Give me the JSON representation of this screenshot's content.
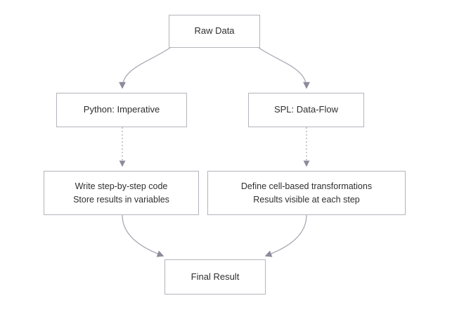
{
  "diagram": {
    "title": "Imperative vs Data-Flow comparison flowchart",
    "nodes": {
      "raw_data": {
        "label": "Raw Data"
      },
      "python": {
        "label": "Python: Imperative"
      },
      "spl": {
        "label": "SPL: Data-Flow"
      },
      "python_detail": {
        "line1": "Write step-by-step code",
        "line2": "Store results in variables"
      },
      "spl_detail": {
        "line1": "Define cell-based transformations",
        "line2": "Results visible at each step"
      },
      "final": {
        "label": "Final Result"
      }
    },
    "edges": [
      {
        "from": "raw_data",
        "to": "python",
        "style": "solid"
      },
      {
        "from": "raw_data",
        "to": "spl",
        "style": "solid"
      },
      {
        "from": "python",
        "to": "python_detail",
        "style": "dotted"
      },
      {
        "from": "spl",
        "to": "spl_detail",
        "style": "dotted"
      },
      {
        "from": "python_detail",
        "to": "final",
        "style": "solid"
      },
      {
        "from": "spl_detail",
        "to": "final",
        "style": "solid"
      }
    ],
    "colors": {
      "node_fill": "#ffffff",
      "node_border": "#b4b4bc",
      "edge_line": "#a9a9b5",
      "arrowhead": "#8b8b9a",
      "text": "#2f2f2f",
      "background": "#ffffff"
    }
  }
}
